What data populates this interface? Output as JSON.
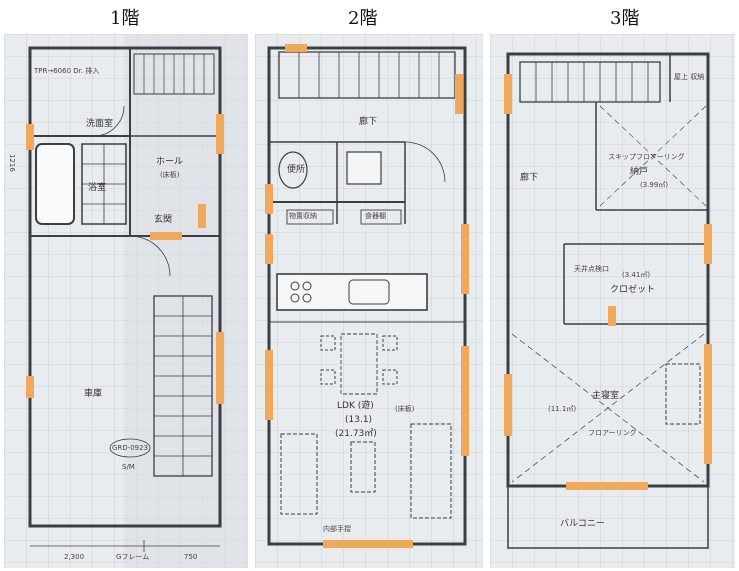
{
  "floors": [
    {
      "title": "1階",
      "labels": {
        "tpr": "TPR→6060 Dr. 排入",
        "washroom": "洗面室",
        "bath": "浴室",
        "bath_size": "1216",
        "hall": "ホール",
        "hall_sub": "(床板)",
        "entrance": "玄関",
        "garage": "車庫",
        "bottom_dim_left": "2,300",
        "bottom_dim_mid": "Gフレーム",
        "bottom_dim_right": "750",
        "code1": "GRD-0923",
        "shoe": "S/M"
      }
    },
    {
      "title": "2階",
      "labels": {
        "hall": "廊下",
        "toilet": "便所",
        "storage": "物置収納",
        "kitchen_storage": "食器棚",
        "ldk": "LDK (遊)",
        "ldk_tatami": "(13.1)",
        "ldk_area": "(21.73㎡)",
        "railing": "内部手摺",
        "tv": "(床板)"
      }
    },
    {
      "title": "3階",
      "labels": {
        "attic": "屋上 収納",
        "hall": "廊下",
        "nando": "納戸",
        "nando_area": "(3.99㎡)",
        "closet": "クロゼット",
        "closet_area": "(3.41㎡)",
        "bedroom": "主寝室",
        "bedroom_area": "(11.1㎡)",
        "flooring": "フロアーリング",
        "balcony": "バルコニー",
        "skip": "スキップフロアーリング",
        "attic_hatch": "天井点検口"
      }
    }
  ],
  "colors": {
    "paper": "#e9ecef",
    "wall": "#3a3f44",
    "grid": "#b8bec5",
    "window": "#f0a85a"
  }
}
